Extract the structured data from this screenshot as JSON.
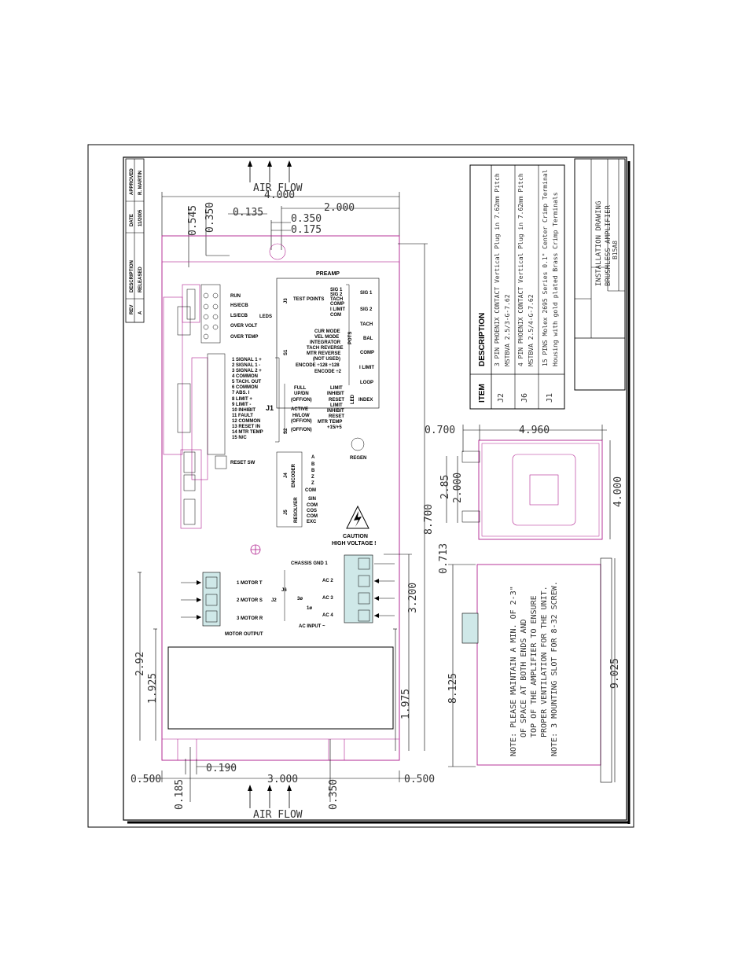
{
  "airflow_label": "AIR FLOW",
  "dims": {
    "d_4000": "4.000",
    "d_0545": "0.545",
    "d_0350a": "0.350",
    "d_0135": "0.135",
    "d_0350b": "0.350",
    "d_0175": "0.175",
    "d_2000": "2.000",
    "d_8700": "8.700",
    "d_3200": "3.200",
    "d_1975": "1.975",
    "d_2920": "2.92",
    "d_1925": "1.925",
    "d_0190": "0.190",
    "d_0500a": "0.500",
    "d_3000": "3.000",
    "d_0500b": "0.500",
    "d_0185": "0.185",
    "d_0350c": "0.350",
    "d_0700": "0.700",
    "d_4960": "4.960",
    "d_2850": "2.85",
    "d_2000b": "2.000",
    "d_4000b": "4.000",
    "d_0713": "0.713",
    "d_8125": "8.125",
    "d_9025": "9.025"
  },
  "board": {
    "preamp": "PREAMP",
    "leds_left": [
      "RUN",
      "HS/ECB",
      "LS/ECB",
      "OVER VOLT",
      "OVER TEMP"
    ],
    "leds_tag": "LEDS",
    "test_points_title": "TEST POINTS",
    "test_points_tag": "J3",
    "test_points": [
      "SIG 1",
      "SIG 2",
      "TACH",
      "COMP",
      "I LIMIT",
      "COM"
    ],
    "s1_tag": "S1",
    "s1_items": [
      "CUR MODE",
      "VEL MODE",
      "INTEGRATOR",
      "TACH REVERSE",
      "MTR REVERSE",
      "(NOT USED)",
      "ENCODE ÷128 ÷128",
      "ENCODE ÷2"
    ],
    "pots_tag": "POTS",
    "pots": [
      "SIG 1",
      "SIG 2",
      "TACH",
      "BAL",
      "COMP",
      "I LIMIT",
      "LOOP"
    ],
    "j1_tag": "J1",
    "j1_pins": [
      "1  SIGNAL 1 +",
      "2  SIGNAL 1 -",
      "3  SIGNAL 2 +",
      "4  COMMON",
      "5  TACH. OUT",
      "6  COMMON",
      "7  ABS. I",
      "8  LIMIT +",
      "9  LIMIT -",
      "10  INHIBIT",
      "11  FAULT",
      "12  COMMON",
      "13  RESET IN",
      "14  MTR TEMP",
      "15  N/C"
    ],
    "s2_tag": "S2",
    "s2_left": [
      "FULL",
      "UP/DN",
      "(OFF/ON)",
      "ACTIVE",
      "HI/LOW",
      "(OFF/ON)",
      "(OFF/ON)"
    ],
    "s2_right": [
      "LIMIT",
      "INHIBIT",
      "RESET",
      "LIMIT",
      "INHIBIT",
      "RESET",
      "MTR TEMP",
      "+15/+5"
    ],
    "index_led": "INDEX",
    "led_tag": "LED",
    "regen": "REGEN",
    "reset_sw": "RESET SW",
    "encoder_tag": "ENCODER",
    "encoder_j": "J4",
    "encoder_pins": [
      "A",
      "B",
      "B",
      "Z",
      "Z",
      "COM"
    ],
    "resolver_tag": "RESOLVER",
    "resolver_j": "J5",
    "resolver_pins": [
      "SIN",
      "COM",
      "COS",
      "COM",
      "EXC"
    ],
    "caution": "CAUTION",
    "high_voltage": "HIGH VOLTAGE !",
    "motor_pins": [
      "1  MOTOR T",
      "2  MOTOR S",
      "3  MOTOR R"
    ],
    "motor_j": "J2",
    "motor_output": "MOTOR OUTPUT",
    "power_pins": [
      "CHASSIS GND  1",
      "AC  2",
      "AC  3",
      "AC  4"
    ],
    "power_j": "J6",
    "phase_3": "3ø",
    "phase_1": "1ø",
    "ac_input": "AC  INPUT  ~"
  },
  "table": {
    "col_item": "ITEM",
    "col_desc": "DESCRIPTION",
    "rows": [
      {
        "item": "J2",
        "line1": "3 PIN PHOENIX CONTACT Vertical Plug in 7.62mm Pitch",
        "line2": "MSTBVA 2.5/3-G-7.62"
      },
      {
        "item": "J6",
        "line1": "4 PIN PHOENIX CONTACT Vertical Plug in 7.62mm Pitch",
        "line2": "MSTBVA 2.5/4-G-7.62"
      },
      {
        "item": "J1",
        "line1": "15 PINS Molex 2695 Series 0.1\" Center Crimp Terminal",
        "line2": "Housing with gold plated Brass Crimp Terminals"
      }
    ]
  },
  "notes": {
    "line1": "NOTE: PLEASE MAINTAIN A MIN. OF 2-3\"",
    "line2": "OF SPACE AT BOTH ENDS AND",
    "line3": "TOP OF THE AMPLIFIER TO ENSURE",
    "line4": "PROPER VENTILATION FOR THE UNIT.",
    "line5": "NOTE: 3 MOUNTING SLOT FOR 8-32 SCREW."
  },
  "revision": {
    "col_rev": "REV",
    "col_desc": "DESCRIPTION",
    "col_date": "DATE",
    "col_approved": "APPROVED",
    "rev": "A",
    "desc": "RELEASED",
    "date": "11/2005",
    "approved": "R. MARTIN"
  },
  "title_block": {
    "title1": "INSTALLATION DRAWING",
    "title2": "BRUSHLESS AMPLIFIER",
    "part_no": "B15A8"
  }
}
